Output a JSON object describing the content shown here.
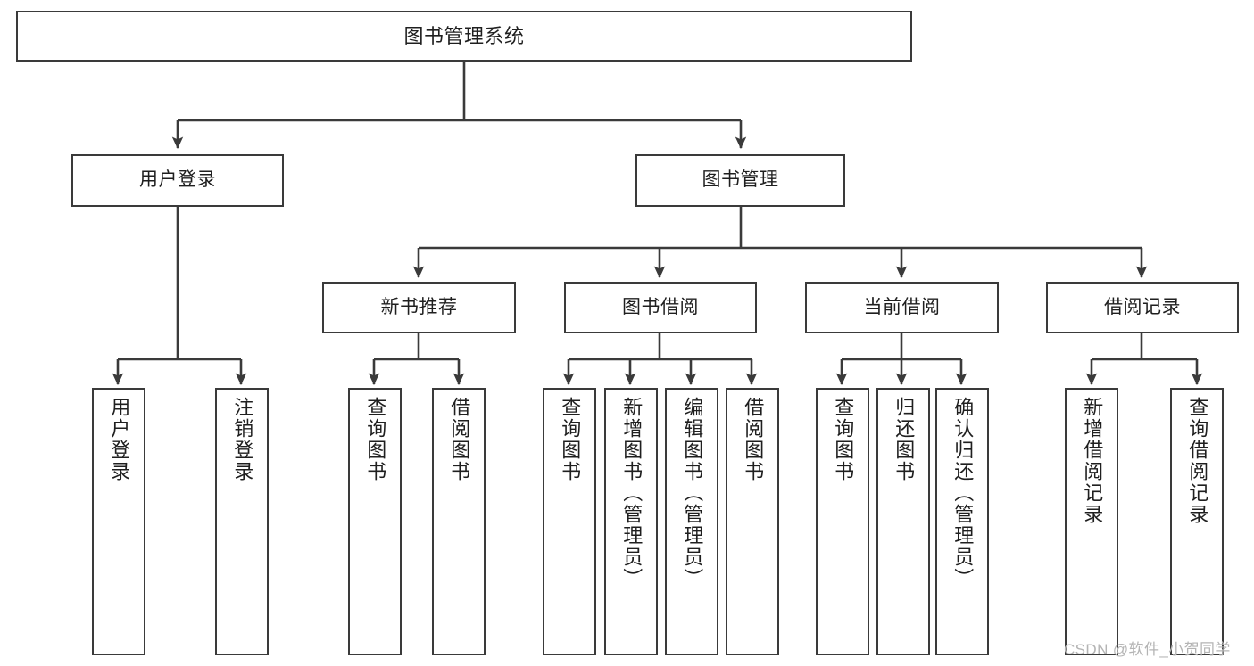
{
  "diagram": {
    "type": "tree",
    "title": "图书管理系统",
    "orientation": "top-down",
    "edge_color": "#3a3a3a",
    "box_border_color": "#3a3a3a",
    "box_fill_color": "#ffffff",
    "background_color": "#ffffff",
    "arrowhead": "filled-triangle"
  },
  "nodes": {
    "root": {
      "label": "图书管理系统"
    },
    "level1": [
      {
        "label": "用户登录"
      },
      {
        "label": "图书管理"
      }
    ],
    "level2": [
      {
        "label": "新书推荐"
      },
      {
        "label": "图书借阅"
      },
      {
        "label": "当前借阅"
      },
      {
        "label": "借阅记录"
      }
    ],
    "leaves_user_login": [
      {
        "label": "用户登录"
      },
      {
        "label": "注销登录"
      }
    ],
    "leaves_new_book": [
      {
        "label": "查询图书"
      },
      {
        "label": "借阅图书"
      }
    ],
    "leaves_borrow": [
      {
        "label": "查询图书"
      },
      {
        "label": "新增图书（管理员）"
      },
      {
        "label": "编辑图书（管理员）"
      },
      {
        "label": "借阅图书"
      }
    ],
    "leaves_current": [
      {
        "label": "查询图书"
      },
      {
        "label": "归还图书"
      },
      {
        "label": "确认归还（管理员）"
      }
    ],
    "leaves_records": [
      {
        "label": "新增借阅记录"
      },
      {
        "label": "查询借阅记录"
      }
    ]
  },
  "watermark": {
    "text": "CSDN @软件_小贺同学",
    "color": "#b4b4b4"
  }
}
